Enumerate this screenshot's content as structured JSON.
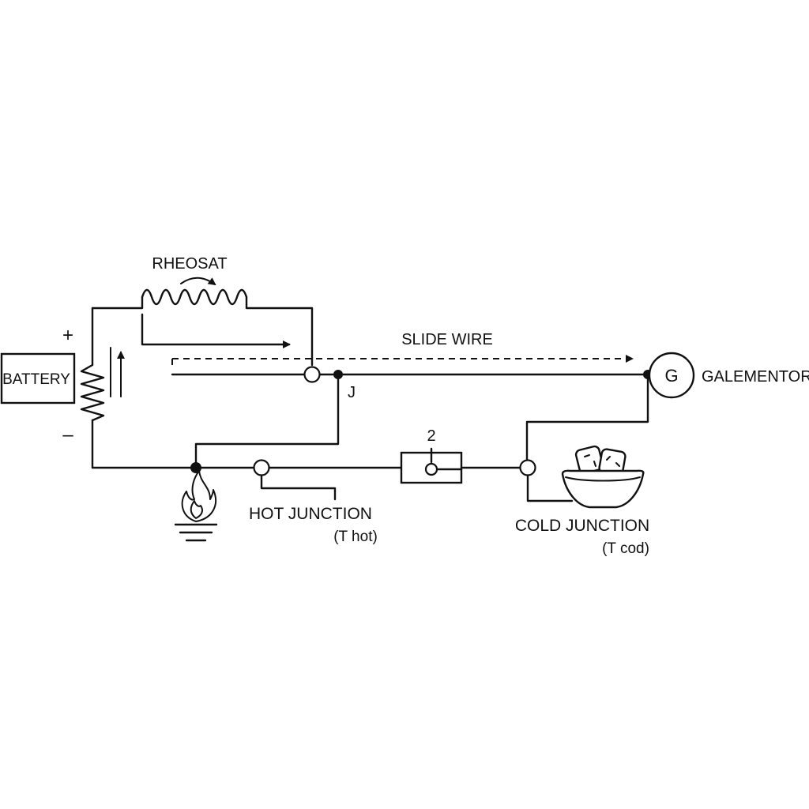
{
  "labels": {
    "battery": "BATTERY",
    "plus": "+",
    "minus": "–",
    "rheostat": "RHEOSAT",
    "slide_wire": "SLIDE WIRE",
    "galvanometer_symbol": "G",
    "galvanometer": "GALEMENTOR",
    "junction_j": "J",
    "switch_number": "2",
    "hot_junction": "HOT JUNCTION",
    "hot_temp": "(T hot)",
    "cold_junction": "COLD JUNCTION",
    "cold_temp": "(T cod)"
  },
  "icons": {
    "heat_source": "flame-icon",
    "cold_source": "ice-bowl-icon",
    "ground": "ground-icon"
  },
  "colors": {
    "line": "#111111",
    "background": "#ffffff"
  }
}
